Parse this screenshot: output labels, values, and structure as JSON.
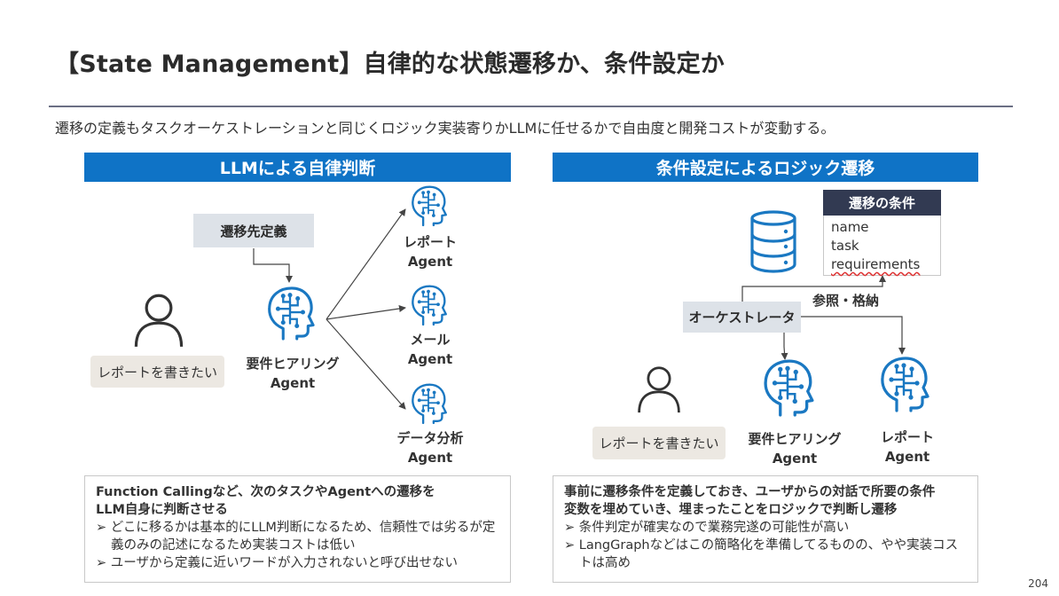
{
  "title": "【State Management】自律的な状態遷移か、条件設定か",
  "subtitle": "遷移の定義もタスクオーケストレーションと同じくロジック実装寄りかLLMに任せるかで自由度と開発コストが変動する。",
  "left": {
    "banner": "LLMによる自律判断",
    "transition_def": "遷移先定義",
    "user_bubble": "レポートを書きたい",
    "hearing_agent": [
      "要件ヒアリング",
      "Agent"
    ],
    "report_agent": [
      "レポート",
      "Agent"
    ],
    "mail_agent": [
      "メール",
      "Agent"
    ],
    "data_agent": [
      "データ分析",
      "Agent"
    ],
    "panel": {
      "head": [
        "Function Callingなど、次のタスクやAgentへの遷移を",
        "LLM自身に判断させる"
      ],
      "bullets": [
        "➢ どこに移るかは基本的にLLM判断になるため、信頼性では劣るが定義のみの記述になるため実装コストは低い",
        "➢ ユーザから定義に近いワードが入力されないと呼び出せない"
      ]
    }
  },
  "right": {
    "banner": "条件設定によるロジック遷移",
    "conditions_title": "遷移の条件",
    "conditions": [
      "name",
      "task",
      "requirements"
    ],
    "ref_store": "参照・格納",
    "orchestrator": "オーケストレータ",
    "user_bubble": "レポートを書きたい",
    "hearing_agent": [
      "要件ヒアリング",
      "Agent"
    ],
    "report_agent": [
      "レポート",
      "Agent"
    ],
    "panel": {
      "head": [
        "事前に遷移条件を定義しておき、ユーザからの対話で所要の条件",
        "変数を埋めていき、埋まったことをロジックで判断し遷移"
      ],
      "bullets": [
        "➢ 条件判定が確実なので業務完遂の可能性が高い",
        "➢ LangGraphなどはこの簡略化を準備してるものの、やや実装コストは高め"
      ]
    }
  },
  "page_number": "204",
  "colors": {
    "banner": "#0f73c6",
    "icon_blue": "#1a78c2",
    "gray_box": "#dde2e8",
    "cond_header": "#323a52"
  }
}
